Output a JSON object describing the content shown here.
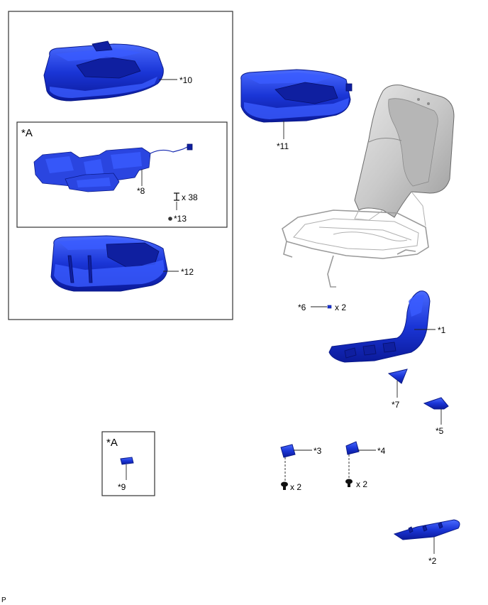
{
  "labels": {
    "p1": "*1",
    "p2": "*2",
    "p3": "*3",
    "p4": "*4",
    "p5": "*5",
    "p6": "*6",
    "p7": "*7",
    "p8": "*8",
    "p9": "*9",
    "p10": "*10",
    "p11": "*11",
    "p12": "*12",
    "p13": "*13",
    "boxA": "*A",
    "boxA2": "*A",
    "qty6": "x 2",
    "qty38": "x 38",
    "qty3": "x 2",
    "qty4": "x 2",
    "footer": "P"
  },
  "colors": {
    "part_blue": "#1a35d6",
    "part_gray": "#d0d0d0"
  }
}
